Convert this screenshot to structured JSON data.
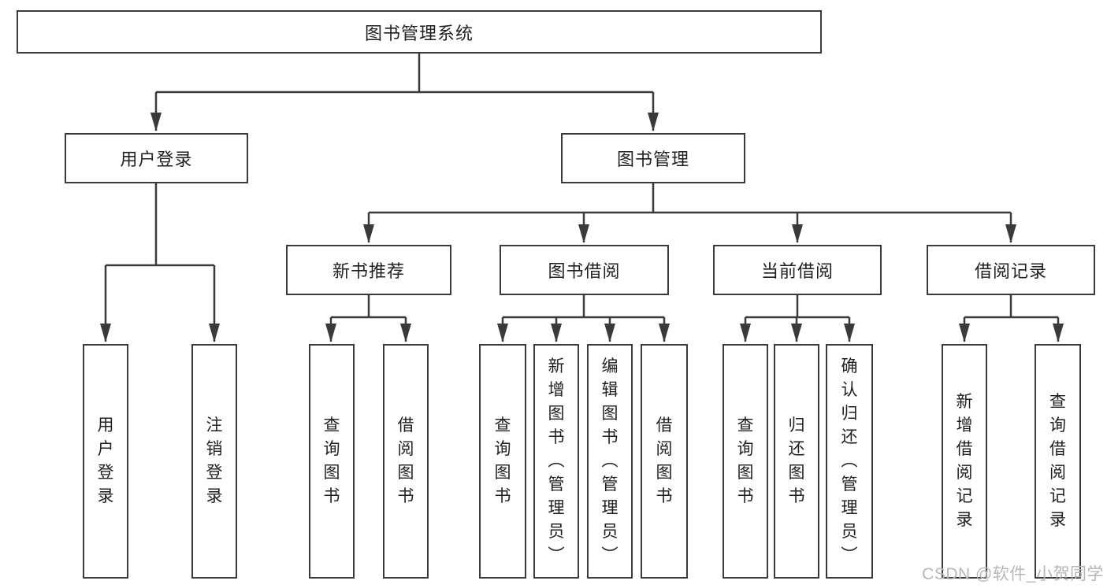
{
  "diagram": {
    "root": {
      "label": "图书管理系统"
    },
    "branches": [
      {
        "label": "用户登录",
        "leaves": [
          {
            "label": "用户登录"
          },
          {
            "label": "注销登录"
          }
        ]
      },
      {
        "label": "图书管理",
        "groups": [
          {
            "label": "新书推荐",
            "leaves": [
              {
                "label": "查询图书"
              },
              {
                "label": "借阅图书"
              }
            ]
          },
          {
            "label": "图书借阅",
            "leaves": [
              {
                "label": "查询图书"
              },
              {
                "label": "新增图书（管理员）"
              },
              {
                "label": "编辑图书（管理员）"
              },
              {
                "label": "借阅图书"
              }
            ]
          },
          {
            "label": "当前借阅",
            "leaves": [
              {
                "label": "查询图书"
              },
              {
                "label": "归还图书"
              },
              {
                "label": "确认归还（管理员）"
              }
            ]
          },
          {
            "label": "借阅记录",
            "leaves": [
              {
                "label": "新增借阅记录"
              },
              {
                "label": "查询借阅记录"
              }
            ]
          }
        ]
      }
    ]
  },
  "watermark": {
    "text": "CSDN @软件_小贺同学"
  },
  "colors": {
    "line": "#3a3a3a",
    "text": "#1f1f1f",
    "watermark": "#b7b7b7",
    "background": "#ffffff"
  }
}
